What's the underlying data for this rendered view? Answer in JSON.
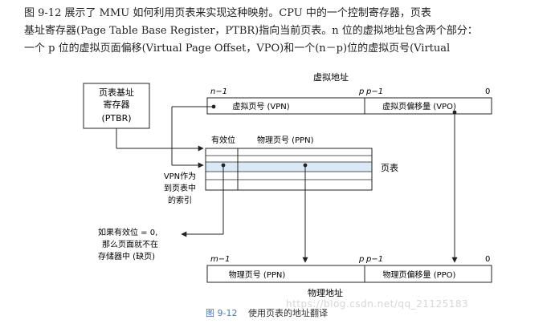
{
  "paragraph": {
    "line1": "图 9-12 展示了 MMU 如何利用页表来实现这种映射。CPU 中的一个控制寄存器，页表",
    "line2": "基址寄存器(Page Table Base Register，PTBR)指向当前页表。n 位的虚拟地址包含两个部分：",
    "line3": "一个 p 位的虚拟页面偏移(Virtual Page Offset，VPO)和一个(n－p)位的虚拟页号(Virtual"
  },
  "diagram": {
    "ptbr_box": {
      "line1": "页表基址",
      "line2": "寄存器",
      "line3": "(PTBR)"
    },
    "virtual_address": {
      "title": "虚拟地址",
      "bit_high": "n−1",
      "bit_p": "p",
      "bit_p_minus_1": "p−1",
      "bit_zero": "0",
      "vpn_label": "虚拟页号 (VPN)",
      "vpo_label": "虚拟页偏移量 (VPO)"
    },
    "page_table": {
      "valid_header": "有效位",
      "ppn_header": "物理页号 (PPN)",
      "label": "页表",
      "index_note": [
        "VPN作为",
        "到页表中",
        "的索引"
      ]
    },
    "valid_note": [
      "如果有效位 = 0,",
      "那么页面就不在",
      "存储器中 (缺页)"
    ],
    "physical_address": {
      "title": "物理地址",
      "bit_high": "m−1",
      "bit_p": "p",
      "bit_p_minus_1": "p−1",
      "bit_zero": "0",
      "ppn_label": "物理页号 (PPN)",
      "ppo_label": "物理页偏移量 (PPO)"
    },
    "colors": {
      "line": "#222222",
      "highlight_row": "#dbe9f6",
      "caption_number": "#4b78b0"
    }
  },
  "caption": {
    "number": "图 9-12",
    "text": "使用页表的地址翻译"
  },
  "watermark": "https://blog.csdn.net/qq_21125183"
}
